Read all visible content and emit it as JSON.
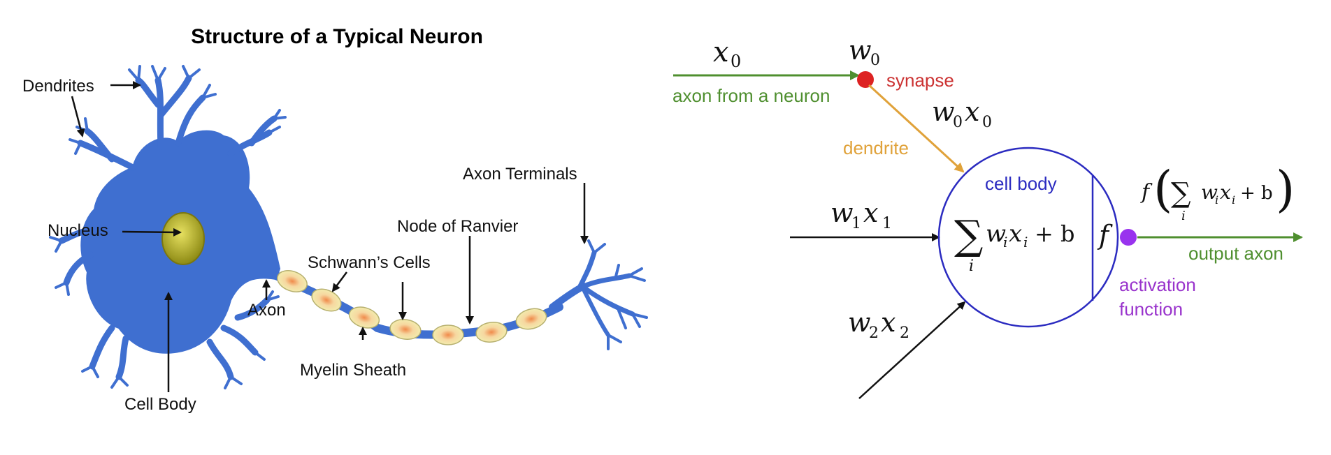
{
  "left": {
    "title": "Structure of a Typical Neuron",
    "labels": {
      "dendrites": "Dendrites",
      "nucleus": "Nucleus",
      "axon": "Axon",
      "cell_body": "Cell Body",
      "schwann": "Schwann’s Cells",
      "myelin": "Myelin Sheath",
      "ranvier": "Node of Ranvier",
      "terminals": "Axon Terminals"
    }
  },
  "right": {
    "inputs": {
      "x0": "x",
      "x0_sub": "0",
      "w0": "w",
      "w0_sub": "0",
      "w0x0_a": "w",
      "w0x0_b": "x",
      "w1x1_a": "w",
      "w1x1_b": "x",
      "w2x2_a": "w",
      "w2x2_b": "x"
    },
    "labels": {
      "axon_from": "axon from a neuron",
      "synapse": "synapse",
      "dendrite": "dendrite",
      "cell_body": "cell body",
      "output_axon": "output axon",
      "activation_1": "activation",
      "activation_2": "function"
    },
    "formula": {
      "sum": "∑",
      "sum_index": "i",
      "body": "w",
      "body_sub": "i",
      "x": "x",
      "x_sub": "i",
      "plus_b": "+ b",
      "f": "f",
      "output_f": "f"
    },
    "colors": {
      "input_green": "#4f8f2f",
      "synapse_red": "#dd2222",
      "dendrite_orange": "#e0a23a",
      "cell_blue": "#2b2bc0",
      "activation_purple": "#9933ee"
    }
  }
}
